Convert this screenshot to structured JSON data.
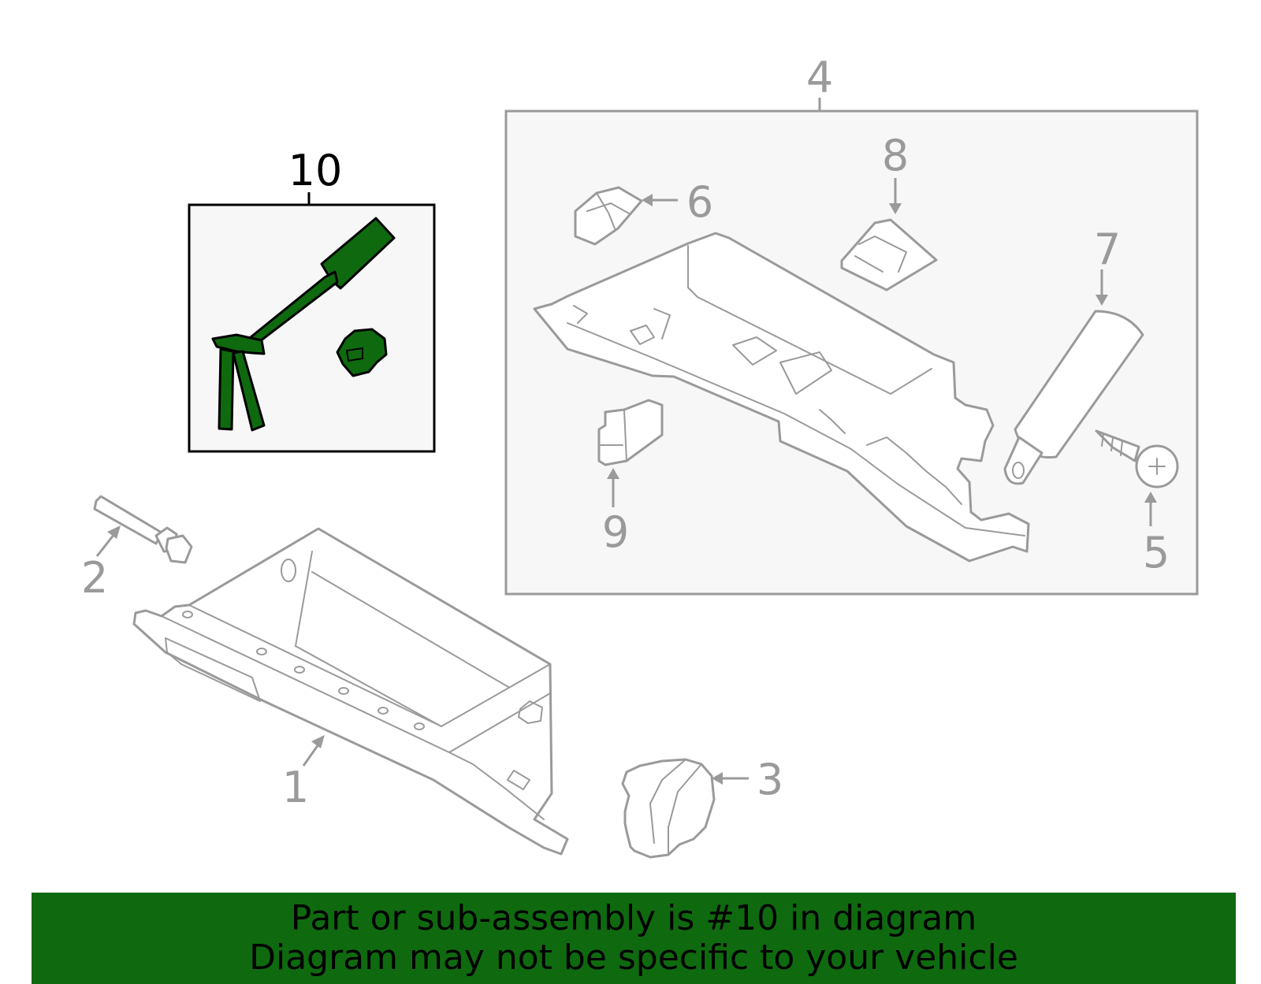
{
  "callouts": {
    "c1": "1",
    "c2": "2",
    "c3": "3",
    "c4": "4",
    "c5": "5",
    "c6": "6",
    "c7": "7",
    "c8": "8",
    "c9": "9",
    "c10": "10"
  },
  "highlight_part": "10",
  "colors": {
    "highlight_green": "#0f6a0f",
    "line_gray": "#9a9a9a",
    "box_fill": "#f7f7f7"
  },
  "banner": {
    "line1": "Part or sub-assembly is #10 in diagram",
    "line2": "Diagram may not be specific to your vehicle"
  }
}
